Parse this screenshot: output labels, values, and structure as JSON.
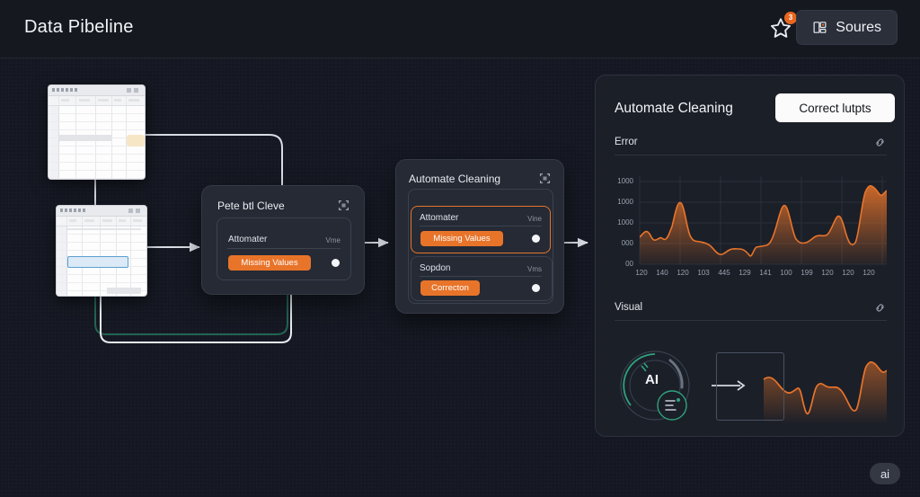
{
  "header": {
    "title": "Data Pibeline",
    "star_icon": "star-icon",
    "star_badge": "3",
    "sources_label": "Soures",
    "sources_icon": "database-icon"
  },
  "canvas": {
    "sheets": [
      {
        "name": "spreadsheet-top"
      },
      {
        "name": "spreadsheet-bottom"
      }
    ],
    "nodes": [
      {
        "title": "Pete btl Cleve",
        "icon": "resize-icon",
        "rows": [
          {
            "label": "Attomater",
            "unit": "Vme",
            "chip": "Missing Values",
            "highlight": false
          }
        ]
      },
      {
        "title": "Automate Cleaning",
        "icon": "resize-icon",
        "rows": [
          {
            "label": "Attomater",
            "unit": "Vine",
            "chip": "Missing Values",
            "highlight": true
          },
          {
            "label": "Sopdon",
            "unit": "Vms",
            "chip": "Correcton",
            "highlight": false
          }
        ]
      }
    ]
  },
  "panel": {
    "title": "Automate Cleaning",
    "action_label": "Correct lutpts",
    "error_section": {
      "label": "Error",
      "icon": "link-icon"
    },
    "visual_section": {
      "label": "Visual",
      "icon": "link-icon"
    },
    "ai_badge": "AI",
    "arrow_icon": "arrow-right-icon"
  },
  "watermark": "ai",
  "colors": {
    "background": "#151822",
    "panel": "#1b1f28",
    "node": "#252a34",
    "accent": "#e8742a",
    "teal": "#2fa37e",
    "wire": "#d8dce3"
  },
  "chart_data": {
    "type": "area",
    "title": "Error",
    "xlabel": "",
    "ylabel": "",
    "ytick_labels": [
      "1000",
      "1000",
      "1000",
      "000",
      "00"
    ],
    "ytick_values": [
      1000,
      1000,
      1000,
      0,
      0
    ],
    "xtick_labels": [
      "120",
      "140",
      "120",
      "103",
      "445",
      "129",
      "141",
      "100",
      "199",
      "120",
      "120",
      "120"
    ],
    "ylim": [
      0,
      1200
    ],
    "grid": true,
    "legend": "none",
    "series": [
      {
        "name": "Error",
        "color": "#e8742a",
        "values": [
          430,
          320,
          400,
          360,
          420,
          330,
          900,
          300,
          250,
          230,
          230,
          210,
          120,
          150,
          210,
          200,
          80,
          190,
          200,
          210,
          230,
          650,
          880,
          300,
          260,
          250,
          320,
          340,
          330,
          420,
          560,
          400,
          230,
          250,
          700,
          1050,
          700,
          260,
          250,
          420,
          700,
          980,
          900,
          960,
          1000
        ]
      }
    ]
  },
  "visual_chart": {
    "type": "line",
    "color": "#e8742a",
    "values": [
      420,
      520,
      560,
      470,
      440,
      450,
      430,
      150,
      480,
      540,
      480,
      520,
      430,
      420,
      420,
      200,
      330,
      720,
      840,
      800,
      760,
      790,
      860,
      840,
      700,
      760
    ]
  }
}
